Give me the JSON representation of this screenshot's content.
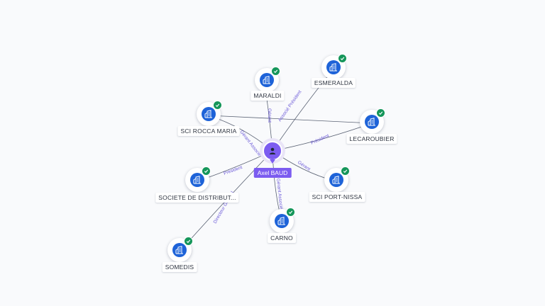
{
  "center": {
    "name": "Axel BAUD",
    "icon": "person-icon"
  },
  "companies": [
    {
      "id": "maraldi",
      "name": "MARALDI",
      "icon": "building-icon",
      "status": "check-icon"
    },
    {
      "id": "esmeralda",
      "name": "ESMERALDA",
      "icon": "building-icon",
      "status": "check-icon"
    },
    {
      "id": "sci-rocca",
      "name": "SCI ROCCA MARIA",
      "icon": "building-icon",
      "status": "check-icon"
    },
    {
      "id": "lecaroubier",
      "name": "LECAROUBIER",
      "icon": "building-icon",
      "status": "check-icon"
    },
    {
      "id": "societe",
      "name": "SOCIETE DE DISTRIBUT...",
      "icon": "building-icon",
      "status": "check-icon"
    },
    {
      "id": "sci-port-nissa",
      "name": "SCI PORT-NISSA",
      "icon": "building-icon",
      "status": "check-icon"
    },
    {
      "id": "carno",
      "name": "CARNO",
      "icon": "building-icon",
      "status": "check-icon"
    },
    {
      "id": "somedis",
      "name": "SOMEDIS",
      "icon": "building-icon",
      "status": "check-icon"
    }
  ],
  "relations": [
    {
      "to": "maraldi",
      "label": "Gérant"
    },
    {
      "to": "esmeralda",
      "label": "Associé Président"
    },
    {
      "to": "sci-rocca",
      "label": "Gérant Associé"
    },
    {
      "to": "lecaroubier",
      "label": "Président"
    },
    {
      "to": "societe",
      "label": "Président"
    },
    {
      "to": "sci-port-nissa",
      "label": "Gérant"
    },
    {
      "to": "carno",
      "label": "Gérant Associé"
    },
    {
      "to": "somedis",
      "label": "Directeur Général"
    }
  ],
  "colors": {
    "company": "#1e63d8",
    "status": "#15965a",
    "person": "#7c5cf0",
    "edge_label": "#6d5bd8"
  }
}
